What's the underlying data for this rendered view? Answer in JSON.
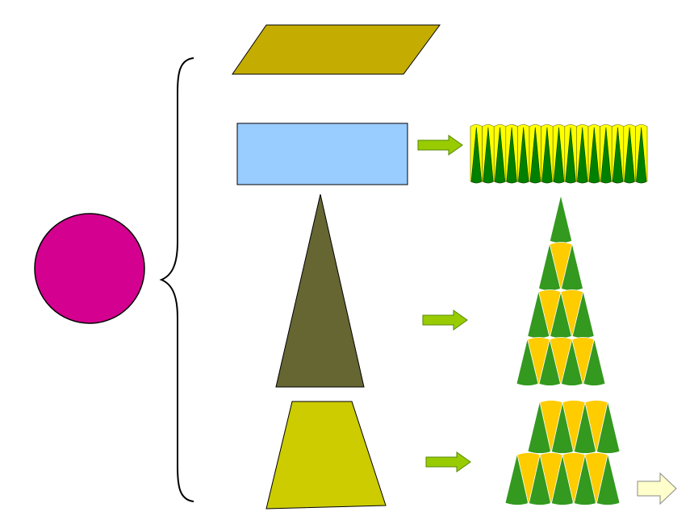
{
  "colors": {
    "background": "#ffffff",
    "circle": "#d4008f",
    "parallelogram": "#c4ad00",
    "rectangle": "#99ccff",
    "triangle": "#666633",
    "trapezoid": "#cccc00",
    "arrow": "#99cc00",
    "arrow_stroke": "#558800",
    "arrow_next": "#ffffcc",
    "sector_green": "#33991f",
    "sector_dark_green": "#008000",
    "sector_yellow": "#ffcc00",
    "sector_bright_yellow": "#ffff00",
    "outline": "#000000"
  },
  "shapes": {
    "circle": {
      "name": "circle"
    },
    "parallelogram": {
      "name": "parallelogram"
    },
    "rectangle": {
      "name": "rectangle"
    },
    "triangle": {
      "name": "triangle"
    },
    "trapezoid": {
      "name": "trapezoid"
    }
  },
  "sector_strip": {
    "count": 15
  },
  "sector_triangle": {
    "rows": 4
  },
  "sector_trapezoid": {
    "rows": 2,
    "top_count": 4,
    "bottom_count": 5
  },
  "icons": {
    "brace": "curly-brace-icon",
    "arrow": "arrow-right-icon",
    "next": "next-arrow-icon"
  }
}
